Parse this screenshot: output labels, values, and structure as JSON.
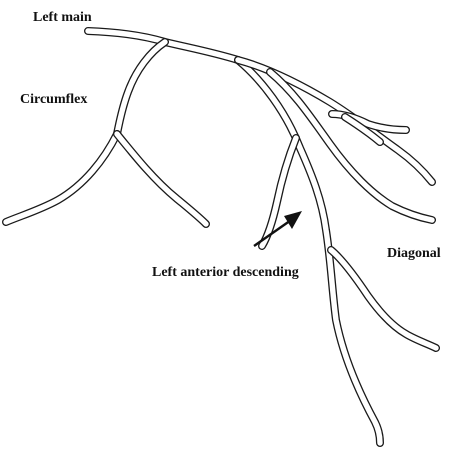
{
  "labels": {
    "left_main": "Left main",
    "circumflex": "Circumflex",
    "left_anterior_descending": "Left anterior descending",
    "diagonal": "Diagonal"
  },
  "colors": {
    "ink": "#1a1a1a",
    "background": "#ffffff"
  }
}
